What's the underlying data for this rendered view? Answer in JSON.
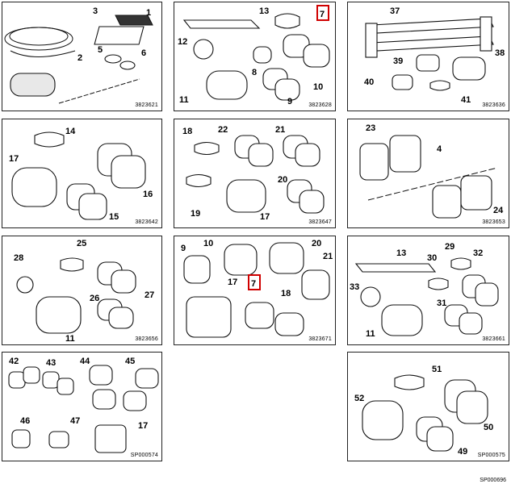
{
  "panels": [
    {
      "ref": "3823621",
      "labels": [
        "1",
        "2",
        "3",
        "5",
        "6"
      ]
    },
    {
      "ref": "3823628",
      "labels": [
        "13",
        "7",
        "12",
        "8",
        "11",
        "9",
        "10"
      ],
      "highlight": "7"
    },
    {
      "ref": "3823636",
      "labels": [
        "37",
        "38",
        "39",
        "40",
        "41"
      ]
    },
    {
      "ref": "3823642",
      "labels": [
        "14",
        "17",
        "16",
        "15"
      ]
    },
    {
      "ref": "3823647",
      "labels": [
        "18",
        "22",
        "21",
        "20",
        "19",
        "17"
      ]
    },
    {
      "ref": "3823653",
      "labels": [
        "23",
        "4",
        "24"
      ]
    },
    {
      "ref": "3823656",
      "labels": [
        "25",
        "28",
        "27",
        "26",
        "11"
      ]
    },
    {
      "ref": "3823671",
      "labels": [
        "9",
        "10",
        "20",
        "21",
        "17",
        "7",
        "18"
      ],
      "highlight": "7"
    },
    {
      "ref": "3823661",
      "labels": [
        "13",
        "29",
        "30",
        "32",
        "33",
        "31",
        "11"
      ]
    },
    {
      "ref": "SP000574",
      "labels": [
        "42",
        "43",
        "44",
        "45",
        "46",
        "47",
        "17"
      ]
    },
    {
      "ref": "SP000575",
      "labels": [
        "51",
        "52",
        "50",
        "49"
      ]
    }
  ],
  "footer": "SP000696",
  "colors": {
    "highlight": "#d00000"
  }
}
